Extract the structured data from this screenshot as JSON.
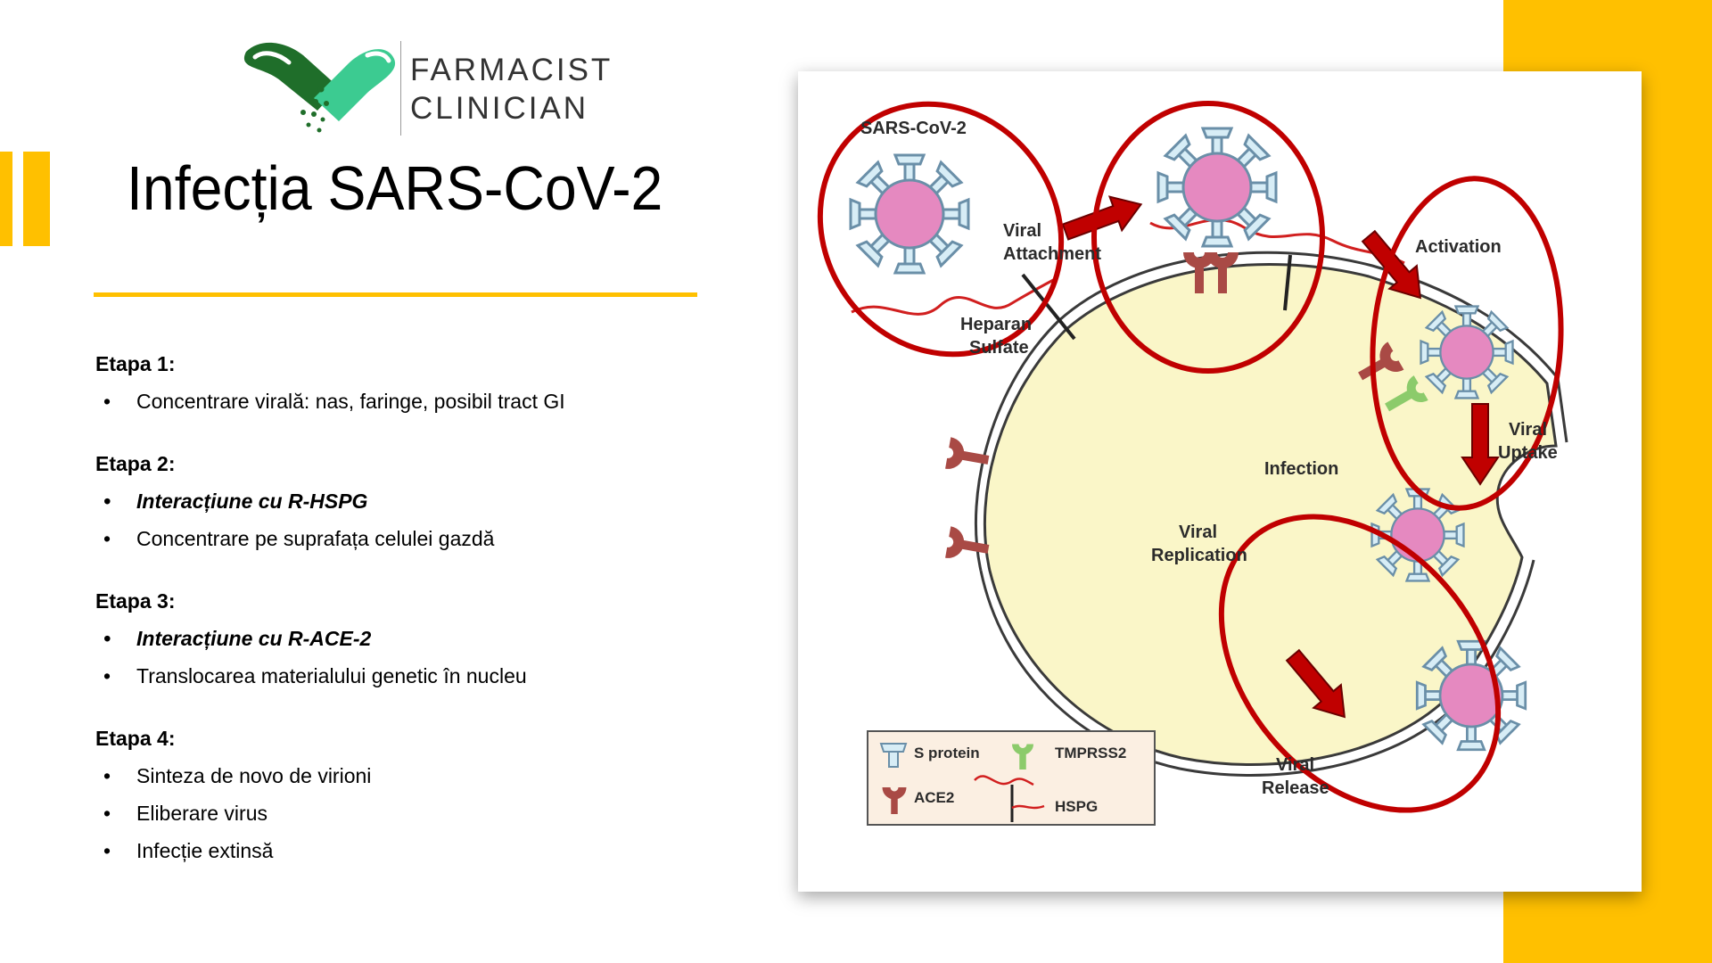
{
  "logo": {
    "line1": "FARMACIST",
    "line2": "CLINICIAN"
  },
  "title": "Infecția SARS-CoV-2",
  "stages": [
    {
      "title": "Etapa 1:",
      "bullets": [
        {
          "text": "Concentrare virală: nas, faringe, posibil tract GI",
          "emphasis": false
        }
      ]
    },
    {
      "title": "Etapa 2:",
      "bullets": [
        {
          "text": "Interacțiune cu R-HSPG",
          "emphasis": true
        },
        {
          "text": "Concentrare pe suprafața celulei gazdă",
          "emphasis": false
        }
      ]
    },
    {
      "title": "Etapa 3:",
      "bullets": [
        {
          "text": "Interacțiune cu R-ACE-2",
          "emphasis": true
        },
        {
          "text": "Translocarea materialului genetic în nucleu",
          "emphasis": false
        }
      ]
    },
    {
      "title": "Etapa 4:",
      "bullets": [
        {
          "text": "Sinteza de novo de virioni",
          "emphasis": false
        },
        {
          "text": "Eliberare virus",
          "emphasis": false
        },
        {
          "text": "Infecție extinsă",
          "emphasis": false
        }
      ]
    }
  ],
  "diagram": {
    "sars_label": "SARS-CoV-2",
    "viral_attachment": [
      "Viral",
      "Attachment"
    ],
    "heparan_sulfate": [
      "Heparan",
      "Sulfate"
    ],
    "activation": "Activation",
    "viral_uptake": [
      "Viral",
      "Uptake"
    ],
    "infection": "Infection",
    "viral_replication": [
      "Viral",
      "Replication"
    ],
    "viral_release": [
      "Viral",
      "Release"
    ],
    "legend": {
      "s_protein": "S protein",
      "tmprss2": "TMPRSS2",
      "ace2": "ACE2",
      "hspg": "HSPG"
    }
  },
  "colors": {
    "accent_yellow": "#FFC000",
    "highlight_red": "#C00000",
    "virus_pink": "#E589C0",
    "cell_fill": "#FAF6C8",
    "receptor_brown": "#A94A45",
    "logo_dark_green": "#1F6E2A",
    "logo_light_green": "#3CCB91"
  }
}
